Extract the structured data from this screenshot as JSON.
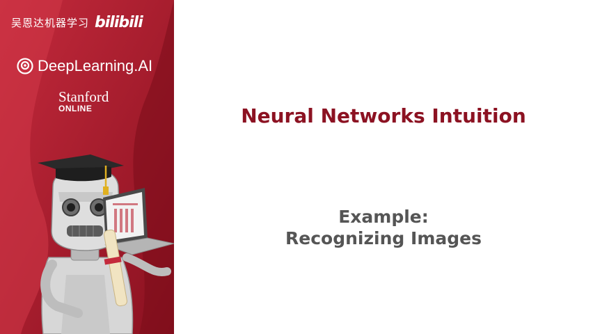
{
  "sidebar": {
    "watermark_text": "吴恩达机器学习",
    "watermark_logo": "bilibili",
    "brand_name": "DeepLearning.AI",
    "university": "Stanford",
    "university_sub": "ONLINE",
    "brand_color": "#8c1222",
    "mascot_icon": "robot-graduate-icon"
  },
  "main": {
    "title": "Neural Networks Intuition",
    "subtitle_line1": "Example:",
    "subtitle_line2": "Recognizing Images",
    "title_color": "#8c1222",
    "subtitle_color": "#555555"
  }
}
